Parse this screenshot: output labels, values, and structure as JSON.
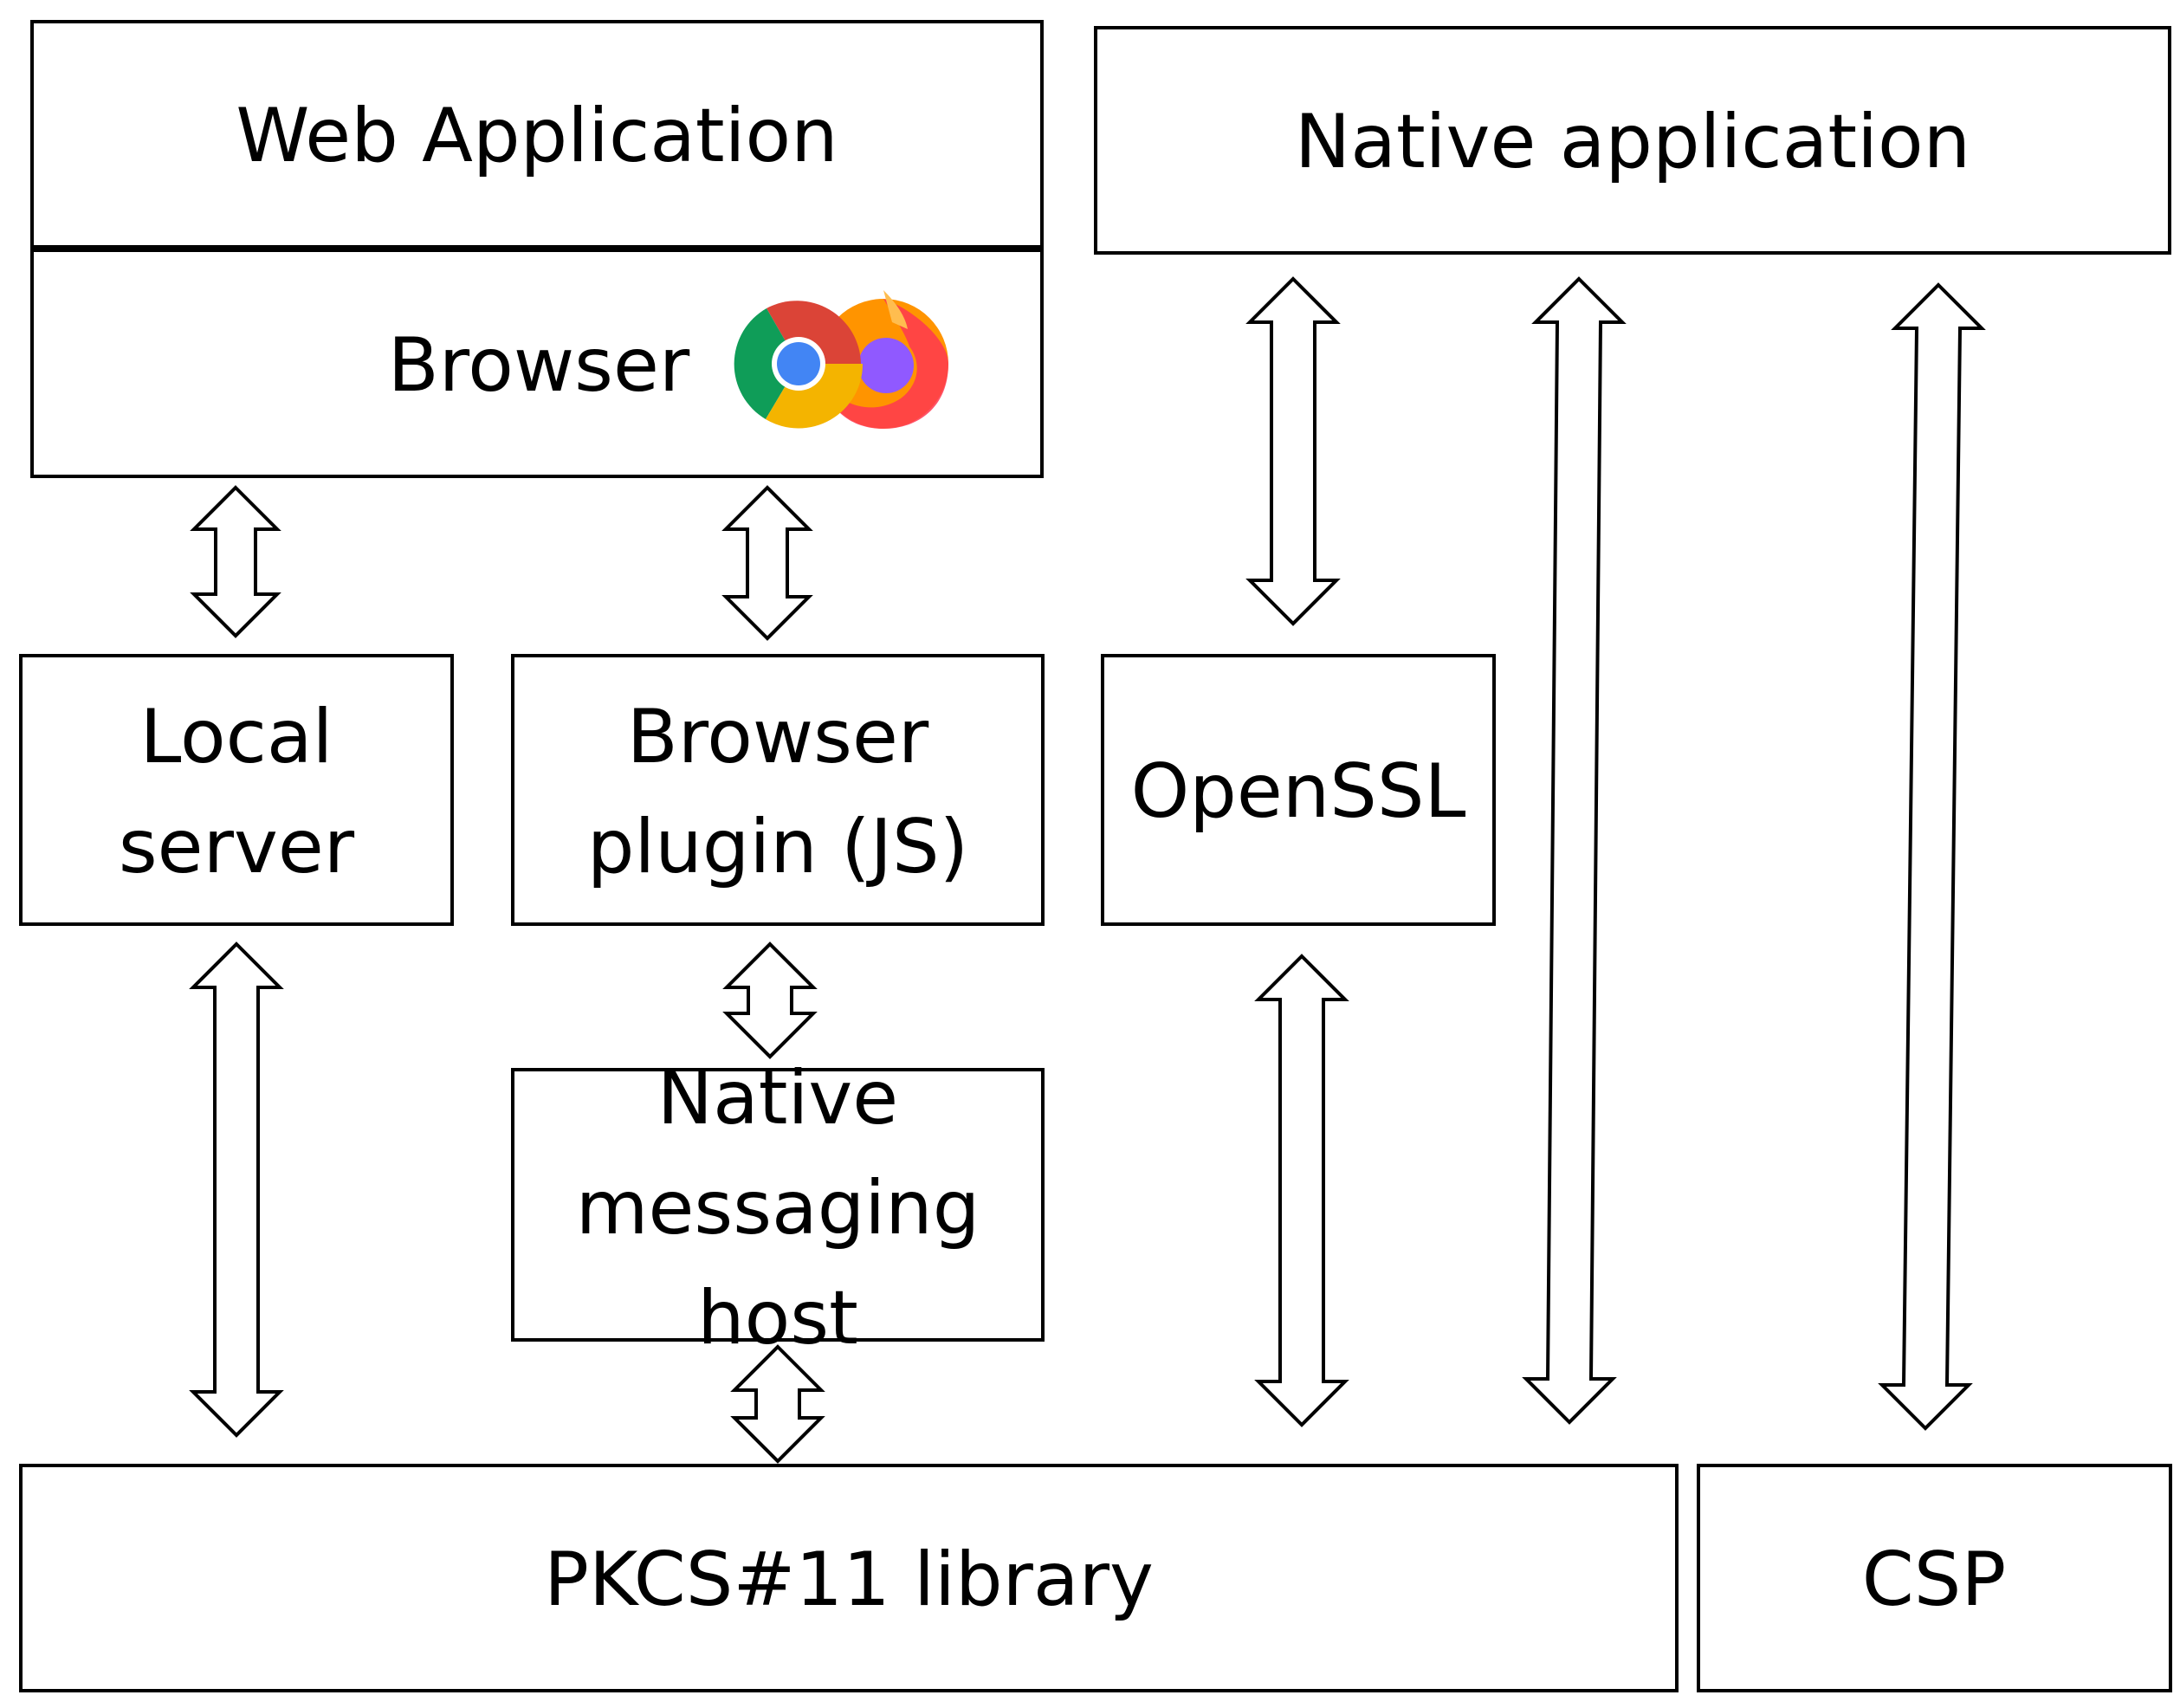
{
  "boxes": {
    "web_application": "Web Application",
    "browser": "Browser",
    "native_application": "Native application",
    "local_server": [
      "Local",
      "server"
    ],
    "browser_plugin": [
      "Browser",
      "plugin (JS)"
    ],
    "openssl": "OpenSSL",
    "native_messaging_host": [
      "Native",
      "messaging",
      "host"
    ],
    "pkcs11_library": "PKCS#11 library",
    "csp": "CSP"
  },
  "icons": {
    "browser_logos": [
      "chrome-icon",
      "firefox-icon"
    ]
  },
  "colors": {
    "chrome_red": "#DB4437",
    "chrome_green": "#0F9D58",
    "chrome_yellow": "#F4B400",
    "chrome_blue": "#4285F4",
    "firefox_orange": "#FF7139",
    "firefox_purple": "#9059FF",
    "firefox_pink": "#E31587"
  }
}
